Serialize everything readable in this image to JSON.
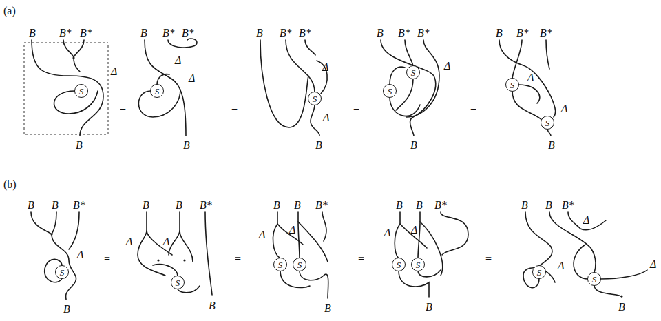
{
  "diagram": {
    "nodes": [
      {
        "text": [
          "S"
        ]
      },
      {
        "text": [
          "S"
        ]
      },
      {
        "text": [
          "S"
        ]
      },
      {
        "text": [
          "S"
        ]
      },
      {
        "text": [
          "S"
        ]
      },
      {
        "text": [
          "S"
        ]
      },
      {
        "text": [
          "S"
        ]
      },
      {
        "text": [
          "S"
        ]
      },
      {
        "text": [
          "S"
        ]
      },
      {
        "text": [
          "S"
        ]
      },
      {
        "text": [
          "S"
        ]
      },
      {
        "text": [
          "S"
        ]
      },
      {
        "text": [
          "S"
        ]
      },
      {
        "text": [
          "S"
        ]
      },
      {
        "text": [
          "S"
        ]
      }
    ],
    "labels": [
      "(a)",
      "B",
      "B*",
      "B*",
      "Δ",
      "B",
      "=",
      "B",
      "B*",
      "B*",
      "Δ",
      "Δ",
      "B",
      "=",
      "B",
      "B*",
      "B*",
      "Δ",
      "Δ",
      "B",
      "=",
      "B",
      "B*",
      "B*",
      "Δ",
      "B",
      "=",
      "B",
      "B*",
      "B*",
      "Δ",
      "Δ",
      "B",
      "(b)",
      "B",
      "B",
      "B*",
      "Δ",
      "B",
      "=",
      "B",
      "B",
      "B*",
      "Δ",
      "Δ",
      "B",
      "=",
      "B",
      "B",
      "B*",
      "Δ",
      "Δ",
      "B",
      "=",
      "B",
      "B",
      "B*",
      "Δ",
      "Δ",
      "B",
      "=",
      "B",
      "B",
      "B*",
      "Δ",
      "Δ",
      "Δ",
      "B"
    ]
  }
}
